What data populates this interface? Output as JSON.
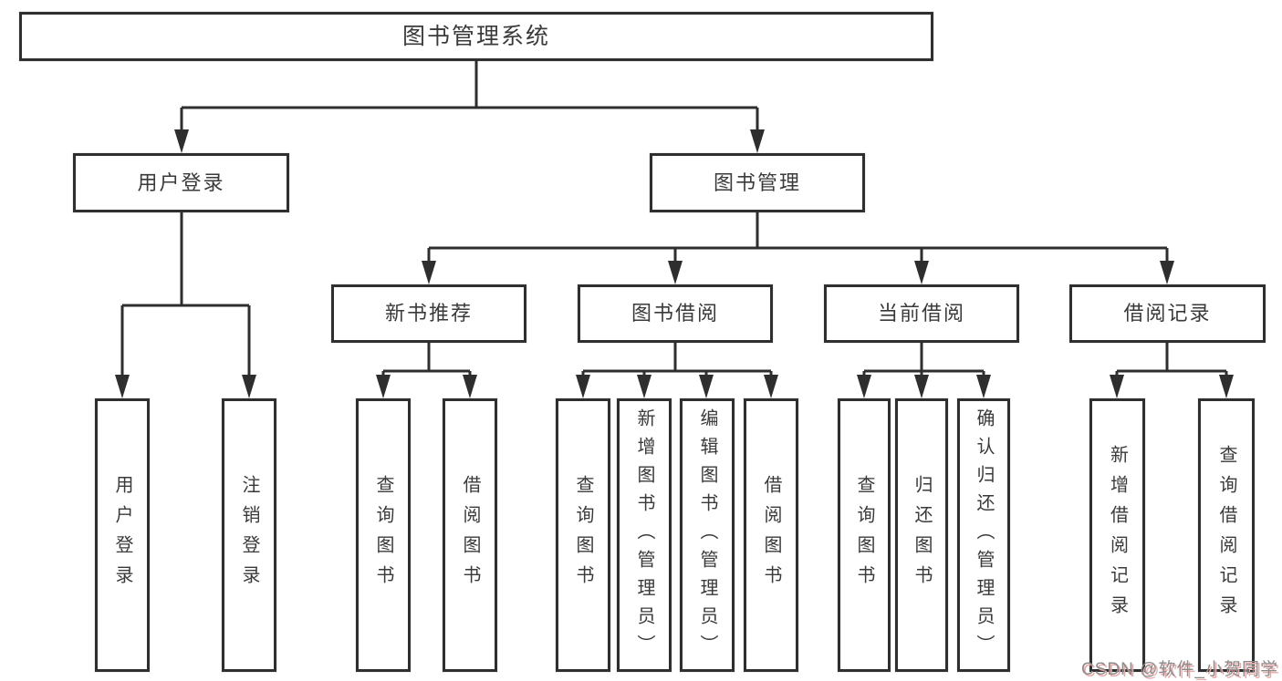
{
  "diagram": {
    "title": "图书管理系统",
    "nodes": [
      {
        "id": "system-root",
        "label": "图书管理系统",
        "level": 1
      },
      {
        "id": "user-login",
        "label": "用户登录",
        "level": 2
      },
      {
        "id": "book-management",
        "label": "图书管理",
        "level": 2
      },
      {
        "id": "new-book-recommend",
        "label": "新书推荐",
        "level": 3
      },
      {
        "id": "book-borrow",
        "label": "图书借阅",
        "level": 3
      },
      {
        "id": "current-borrow",
        "label": "当前借阅",
        "level": 3
      },
      {
        "id": "borrow-records",
        "label": "借阅记录",
        "level": 3
      },
      {
        "id": "leaf-user-login",
        "label": "用户登录",
        "level": 4
      },
      {
        "id": "leaf-logout",
        "label": "注销登录",
        "level": 4
      },
      {
        "id": "leaf-query-books-1",
        "label": "查询图书",
        "level": 4
      },
      {
        "id": "leaf-borrow-books-1",
        "label": "借阅图书",
        "level": 4
      },
      {
        "id": "leaf-query-books-2",
        "label": "查询图书",
        "level": 4
      },
      {
        "id": "leaf-add-books-admin",
        "label": "新增图书（管理员）",
        "level": 4
      },
      {
        "id": "leaf-edit-books-admin",
        "label": "编辑图书（管理员）",
        "level": 4
      },
      {
        "id": "leaf-borrow-books-2",
        "label": "借阅图书",
        "level": 4
      },
      {
        "id": "leaf-query-books-3",
        "label": "查询图书",
        "level": 4
      },
      {
        "id": "leaf-return-books",
        "label": "归还图书",
        "level": 4
      },
      {
        "id": "leaf-confirm-return-admin",
        "label": "确认归还（管理员）",
        "level": 4
      },
      {
        "id": "leaf-add-borrow-record",
        "label": "新增借阅记录",
        "level": 4
      },
      {
        "id": "leaf-query-borrow-record",
        "label": "查询借阅记录",
        "level": 4
      }
    ],
    "colors": {
      "line": "#2e2e2e",
      "box_border": "#2f2f2f",
      "box_fill": "#ffffff",
      "text": "#3a3a3a",
      "background": "#ffffff",
      "watermark_text": "#8c8c8c",
      "watermark_shadow": "#e9a9a9"
    },
    "watermark": "CSDN @软件_小贺同学"
  }
}
